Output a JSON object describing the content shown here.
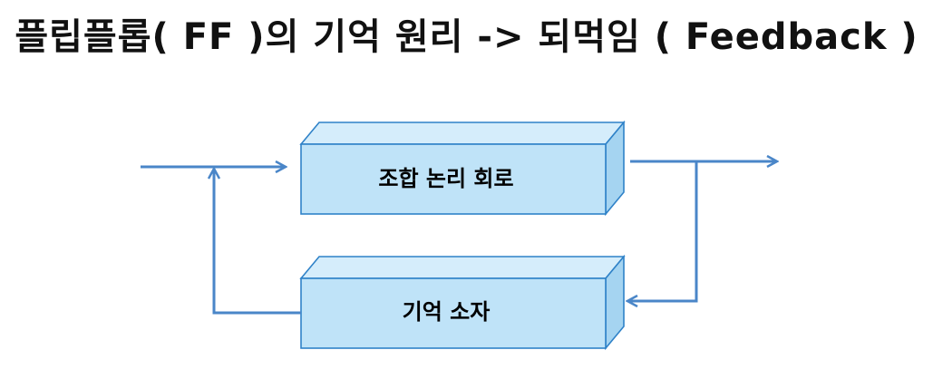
{
  "title": "플립플롭( FF )의  기억 원리 -> 되먹임 ( Feedback )",
  "blocks": {
    "combinational": "조합 논리 회로",
    "memory": "기억 소자"
  },
  "colors": {
    "box_front": "#bfe3f8",
    "box_top": "#d5edfb",
    "box_side": "#a5d4f1",
    "edge": "#2f82c8",
    "arrow": "#4a86c8"
  }
}
